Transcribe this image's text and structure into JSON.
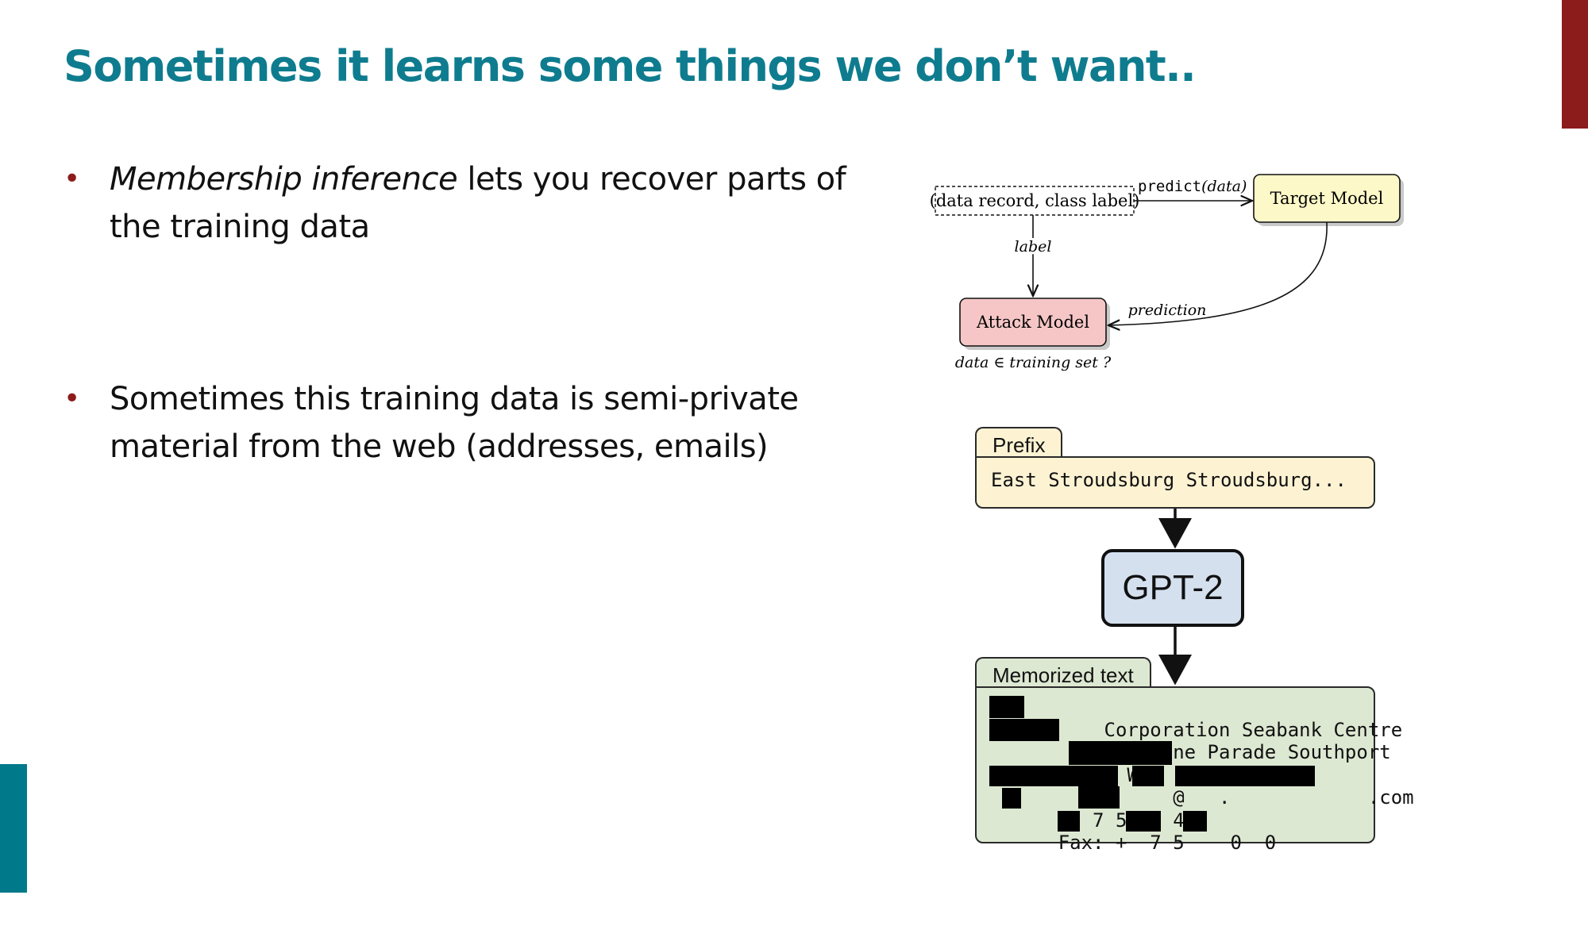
{
  "slide": {
    "title": "Sometimes it learns some things we don’t want..",
    "bullets": [
      {
        "marker": "•",
        "emphasis": "Membership inference",
        "rest": " lets you recover parts of the training data"
      },
      {
        "marker": "•",
        "text": "Sometimes this training data is semi-private material from the web (addresses, emails)"
      }
    ],
    "accent_colors": {
      "title": "#0e7c8e",
      "bullet": "#8c1b1b",
      "top_bar": "#8c1b1b",
      "bottom_bar": "#007a8a"
    }
  },
  "mi_diagram": {
    "input_node": "(data record, class label)",
    "target_node": "Target Model",
    "attack_node": "Attack Model",
    "predict_call": "predict",
    "predict_arg": "(data)",
    "label_edge": "label",
    "prediction_edge": "prediction",
    "output_caption": "data ∈ training set ?",
    "colors": {
      "target_fill": "#fdf8c8",
      "attack_fill": "#f6c6c6"
    }
  },
  "mem_diagram": {
    "prefix_label": "Prefix",
    "prefix_text": "East Stroudsburg Stroudsburg...",
    "model_label": "GPT-2",
    "memorized_label": "Memorized text",
    "memorized_lines": [
      "    Corporation Seabank Centre",
      "      Marine Parade Southport",
      "Peter W",
      "          @   .            .com",
      "+  7 5    40",
      "Fax: +  7 5    0  0"
    ],
    "colors": {
      "prefix_fill": "#fdf3d3",
      "model_fill": "#d5e0ef",
      "memorized_fill": "#dde8d2"
    }
  }
}
